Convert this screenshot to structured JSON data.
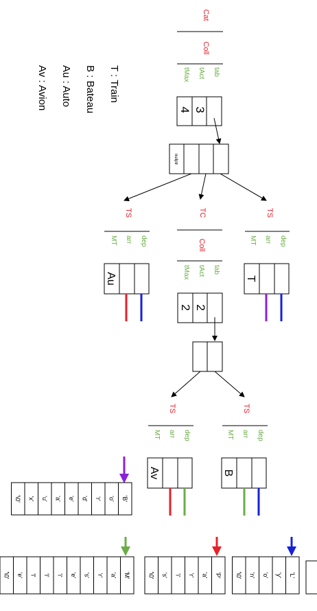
{
  "legend": {
    "items": [
      "T : Train",
      "B : Bateau",
      "Au : Auto",
      "Av : Avion"
    ]
  },
  "header": {
    "title": "Cat",
    "struct": "Coll",
    "fields": [
      "tab",
      "tAct",
      "tMax"
    ],
    "values": [
      "",
      "3",
      "4"
    ]
  },
  "pointer_array": {
    "first_cell": "nullptr"
  },
  "middle": {
    "left_type": "TS",
    "center_type": "TC",
    "right_type": "TS",
    "ts_fields": [
      "dep",
      "arr",
      "MT"
    ],
    "coll_fields": [
      "tab",
      "tAct",
      "tMax"
    ],
    "left_value": "Au",
    "right_value": "T",
    "center_struct": "Coll",
    "center_values": [
      "",
      "2",
      "2"
    ]
  },
  "lower": {
    "left_type": "TS",
    "right_type": "TS",
    "ts_fields": [
      "dep",
      "arr",
      "MT"
    ],
    "left_value": "Av",
    "right_value": "B"
  },
  "strings": {
    "bordeaux": [
      "'B'",
      "'o'",
      "'r'",
      "'d'",
      "'e'",
      "'a'",
      "'u'",
      "'x'",
      "'\\0'"
    ],
    "marseille": [
      "'M'",
      "'a'",
      "'r'",
      "'s'",
      "'e'",
      "'i'",
      "'l'",
      "'l'",
      "'e'",
      "'\\0'"
    ],
    "paris": [
      "'P'",
      "'a'",
      "'r'",
      "'i'",
      "'s'",
      "'\\0'"
    ],
    "lyon": [
      "'L'",
      "'y'",
      "'o'",
      "'n'",
      "'\\0'"
    ]
  },
  "colors": {
    "red": "#e8202a",
    "green": "#6aad45",
    "blue": "#1522d8",
    "purple": "#8a22d8",
    "black": "#000000"
  }
}
